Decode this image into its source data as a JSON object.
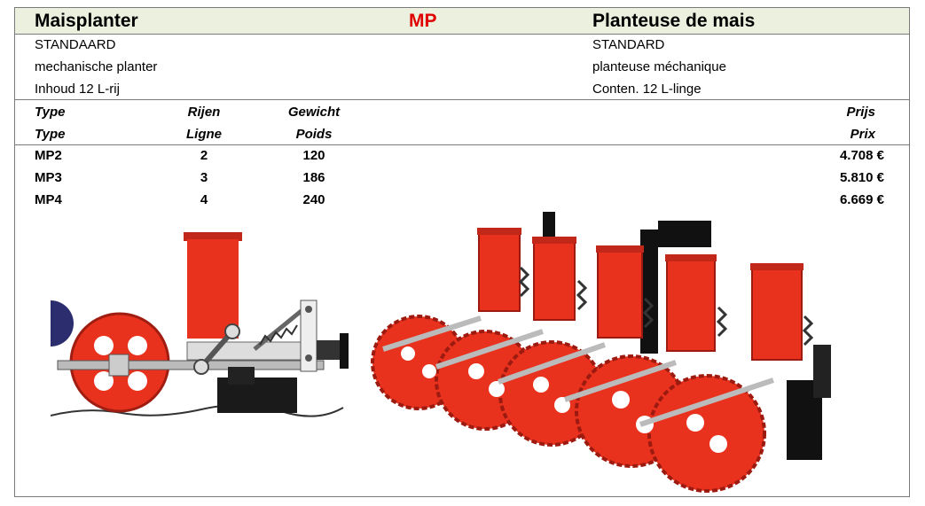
{
  "header": {
    "title_nl": "Maisplanter",
    "code": "MP",
    "title_fr": "Planteuse de mais"
  },
  "description": {
    "nl": [
      "STANDAARD",
      "mechanische planter",
      "Inhoud 12 L-rij"
    ],
    "fr": [
      "STANDARD",
      "planteuse méchanique",
      "Conten. 12 L-linge"
    ]
  },
  "table": {
    "headers_nl": {
      "type": "Type",
      "rows": "Rijen",
      "weight": "Gewicht",
      "price": "Prijs"
    },
    "headers_fr": {
      "type": "Type",
      "rows": "Ligne",
      "weight": "Poids",
      "price": "Prix"
    },
    "rows": [
      {
        "type": "MP2",
        "rows": "2",
        "weight": "120",
        "price": "4.708 €"
      },
      {
        "type": "MP3",
        "rows": "3",
        "weight": "186",
        "price": "5.810 €"
      },
      {
        "type": "MP4",
        "rows": "4",
        "weight": "240",
        "price": "6.669 €"
      }
    ]
  },
  "colors": {
    "header_bg": "#ebf1de",
    "code_red": "#e00000",
    "machine_red": "#e8321e"
  }
}
